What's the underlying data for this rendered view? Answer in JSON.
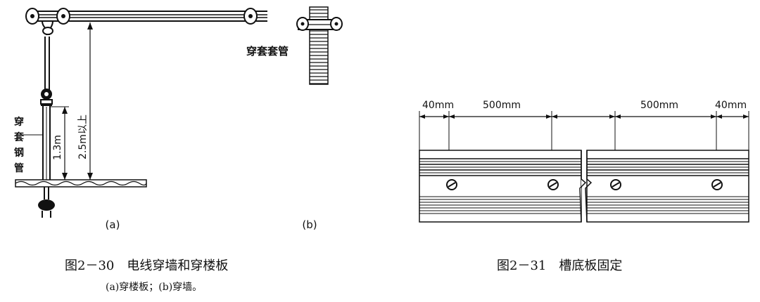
{
  "figure_2_30": {
    "panel_a": {
      "label": "(a)",
      "dimension_total": "2.5m以上",
      "dimension_lower": "1.3m",
      "side_label_chars": [
        "穿",
        "套",
        "钢",
        "管"
      ]
    },
    "panel_b": {
      "label": "(b)",
      "sleeve_label": "穿套套管"
    },
    "caption": "图2－30　电线穿墙和穿楼板",
    "subcaption": "(a)穿楼板；(b)穿墙。"
  },
  "figure_2_31": {
    "dimensions": [
      "40mm",
      "500mm",
      "500mm",
      "40mm"
    ],
    "caption": "图2－31　槽底板固定"
  }
}
